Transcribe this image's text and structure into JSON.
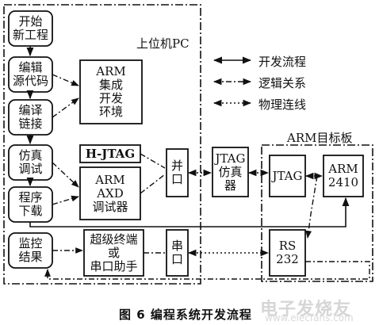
{
  "nodes": {
    "start_project": [
      "开始",
      "新工程"
    ],
    "edit_source": [
      "编辑",
      "源代码"
    ],
    "compile_link": [
      "编译",
      "链接"
    ],
    "simulate_debug": [
      "仿真",
      "调试"
    ],
    "program_download": [
      "程序",
      "下载"
    ],
    "monitor_result": [
      "监控",
      "结果"
    ],
    "arm_ide": [
      "ARM",
      "集成",
      "开发",
      "环境"
    ],
    "hjtag": "H-JTAG",
    "arm_axd": [
      "ARM",
      "AXD",
      "调试器"
    ],
    "terminal": [
      "超级终端",
      "或",
      "串口助手"
    ],
    "parallel_port": [
      "并",
      "口"
    ],
    "serial_port": [
      "串",
      "口"
    ],
    "jtag_emulator": [
      "JTAG",
      "仿真",
      "器"
    ],
    "board_jtag": "JTAG",
    "arm2410": [
      "ARM",
      "2410"
    ],
    "rs232": [
      "RS",
      "232"
    ]
  },
  "regions": {
    "pc": "上位机PC",
    "target_board": "ARM目标板"
  },
  "legend": {
    "dev_flow": "开发流程",
    "logic": "逻辑关系",
    "physical": "物理连线"
  },
  "caption": "图 6   编程系统开发流程",
  "watermark": {
    "text": "电子发烧友",
    "url": "www.elecfans.com"
  }
}
